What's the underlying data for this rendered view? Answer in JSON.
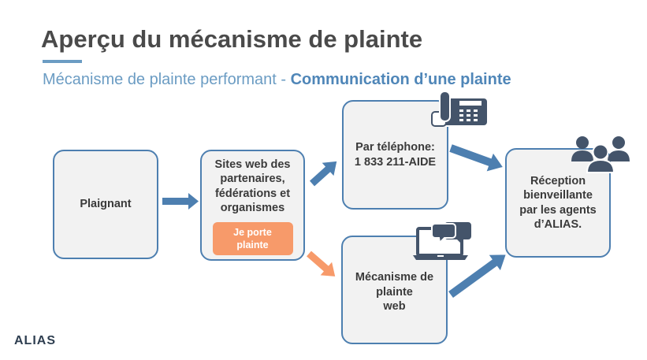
{
  "slide": {
    "title": "Aperçu du mécanisme de plainte",
    "subtitle_part1": "Mécanisme de plainte performant - ",
    "subtitle_part2": "Communication d’une plainte"
  },
  "nodes": {
    "plaignant": "Plaignant",
    "sites_line1": "Sites web des",
    "sites_line2": "partenaires,",
    "sites_line3": "fédérations et",
    "sites_line4": "organismes",
    "button_line1": "Je porte",
    "button_line2": "plainte",
    "phone_line1": "Par téléphone:",
    "phone_line2": "1 833 211-AIDE",
    "web_line1": "Mécanisme de",
    "web_line2": "plainte",
    "web_line3": "web",
    "reception_line1": "Réception",
    "reception_line2": "bienveillante",
    "reception_line3": "par les agents",
    "reception_line4": "d’ALIAS."
  },
  "logo": "ALIAS",
  "colors": {
    "box_border": "#4d7fb0",
    "box_fill": "#f2f2f2",
    "arrow_blue": "#4d7fb0",
    "arrow_orange": "#f79a6a",
    "icon": "#44546a"
  },
  "icons": [
    "telephone-icon",
    "laptop-chat-icon",
    "people-group-icon"
  ]
}
